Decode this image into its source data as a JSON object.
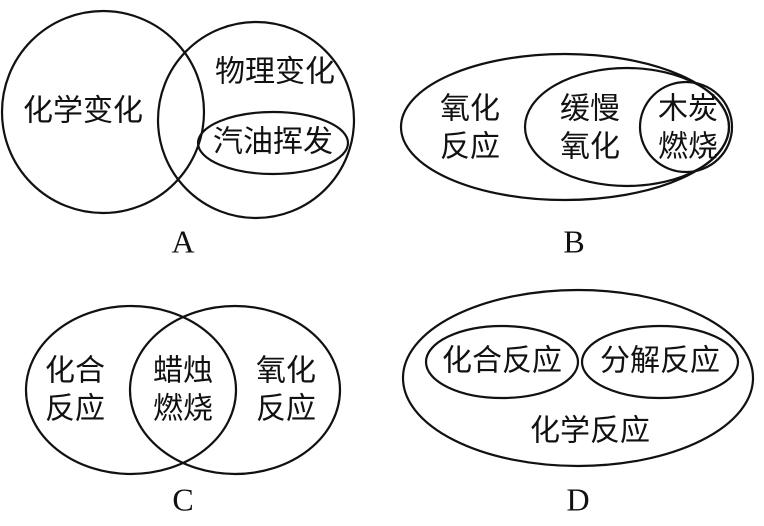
{
  "panels": {
    "A": {
      "label": "A",
      "left_circle": "化学变化",
      "right_circle": "物理变化",
      "inner_ellipse": "汽油挥发"
    },
    "B": {
      "label": "B",
      "outer_line1": "氧化",
      "outer_line2": "反应",
      "middle_line1": "缓慢",
      "middle_line2": "氧化",
      "inner_line1": "木炭",
      "inner_line2": "燃烧"
    },
    "C": {
      "label": "C",
      "left_line1": "化合",
      "left_line2": "反应",
      "overlap_line1": "蜡烛",
      "overlap_line2": "燃烧",
      "right_line1": "氧化",
      "right_line2": "反应"
    },
    "D": {
      "label": "D",
      "left_ellipse": "化合反应",
      "right_ellipse": "分解反应",
      "outer_ellipse": "化学反应"
    }
  }
}
